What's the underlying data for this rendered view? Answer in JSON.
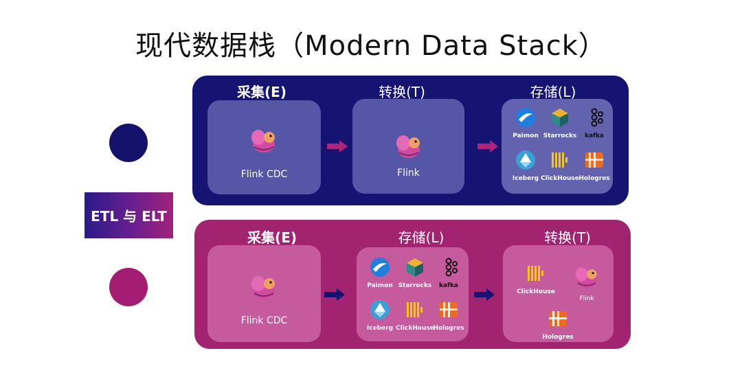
{
  "title": "现代数据栈（Modern Data Stack）",
  "badge": "ETL 与 ELT",
  "etl": {
    "stage1": {
      "label": "采集(E)",
      "tool": "Flink CDC"
    },
    "stage2": {
      "label": "转换(T)",
      "tool": "Flink"
    },
    "stage3": {
      "label": "存储(L)",
      "tools": [
        "Paimon",
        "Starrocks",
        "kafka",
        "Iceberg",
        "ClickHouse",
        "Hologres"
      ]
    }
  },
  "elt": {
    "stage1": {
      "label": "采集(E)",
      "tool": "Flink CDC"
    },
    "stage2": {
      "label": "存储(L)",
      "tools": [
        "Paimon",
        "Starrocks",
        "kafka",
        "Iceberg",
        "ClickHouse",
        "Hologres"
      ]
    },
    "stage3": {
      "label": "转换(T)",
      "tools": [
        "ClickHouse",
        "Flink",
        "Hologres"
      ]
    }
  },
  "colors": {
    "etl_panel": "#161472",
    "elt_panel": "#a2236f",
    "etl_arrow": "#b0237a",
    "elt_arrow": "#161472"
  }
}
